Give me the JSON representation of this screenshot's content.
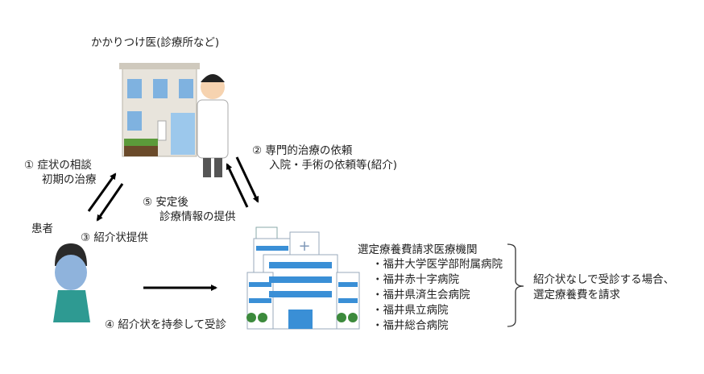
{
  "clinic_label": "かかりつけ医(診療所など)",
  "step1": {
    "line1": "① 症状の相談",
    "line2": "初期の治療"
  },
  "step2": {
    "line1": "② 専門的治療の依頼",
    "line2": "入院・手術の依頼等(紹介)"
  },
  "step3": "③ 紹介状提供",
  "step4": "④ 紹介状を持参して受診",
  "step5": {
    "line1": "⑤ 安定後",
    "line2": "診療情報の提供"
  },
  "patient_label": "患者",
  "hospitals": {
    "title": "選定療養費請求医療機関",
    "items": [
      "・福井大学医学部附属病院",
      "・福井赤十字病院",
      "・福井県済生会病院",
      "・福井県立病院",
      "・福井総合病院"
    ]
  },
  "note": {
    "line1": "紹介状なしで受診する場合、",
    "line2": "選定療養費を請求"
  }
}
